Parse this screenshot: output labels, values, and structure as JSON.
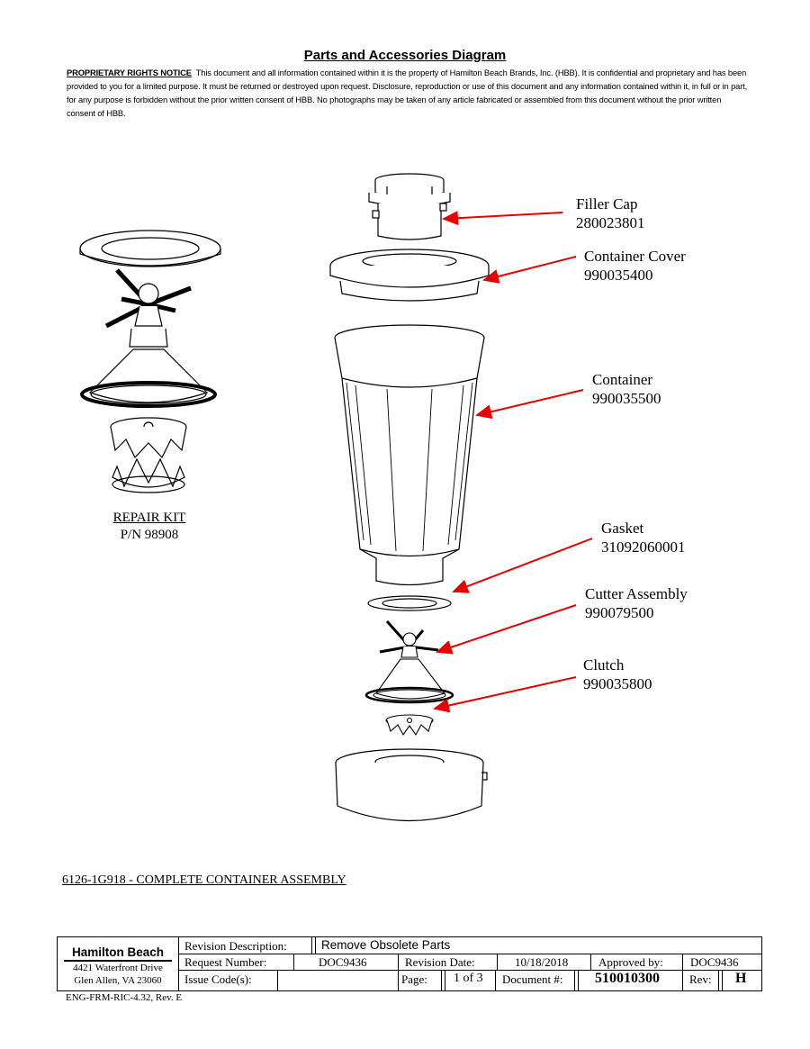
{
  "title": "Parts and Accessories Diagram",
  "notice": {
    "lead": "PROPRIETARY RIGHTS NOTICE",
    "body": "This document and all information contained within it is the property of Hamilton Beach Brands, Inc. (HBB). It is confidential and proprietary and has been provided to you for a limited purpose. It must be returned or destroyed upon request. Disclosure, reproduction or use of this document and any information contained within it, in full or in part, for any purpose is forbidden without the prior written consent of HBB. No photographs may be taken of any article fabricated or assembled from this document without the prior written consent of HBB."
  },
  "parts": [
    {
      "name": "Filler Cap",
      "number": "280023801"
    },
    {
      "name": "Container Cover",
      "number": "990035400"
    },
    {
      "name": "Container",
      "number": "990035500"
    },
    {
      "name": "Gasket",
      "number": "31092060001"
    },
    {
      "name": "Cutter Assembly",
      "number": "990079500"
    },
    {
      "name": "Clutch",
      "number": "990035800"
    }
  ],
  "repair_kit": {
    "label": "REPAIR KIT",
    "pn": "P/N 98908"
  },
  "assembly_title": "6126-1G918 - COMPLETE CONTAINER ASSEMBLY",
  "title_block": {
    "company": "Hamilton Beach",
    "address1": "4421 Waterfront Drive",
    "address2": "Glen Allen, VA  23060",
    "revision_description_label": "Revision Description:",
    "revision_description": "Remove Obsolete Parts",
    "request_number_label": "Request Number:",
    "request_number": "DOC9436",
    "revision_date_label": "Revision Date:",
    "revision_date": "10/18/2018",
    "approved_by_label": "Approved by:",
    "approved_by": "DOC9436",
    "issue_codes_label": "Issue Code(s):",
    "page_label": "Page:",
    "page": "1 of 3",
    "document_label": "Document #:",
    "document": "510010300",
    "rev_label": "Rev:",
    "rev": "H"
  },
  "form_id": "ENG-FRM-RIC-4.32, Rev. E",
  "colors": {
    "arrow": "#e60000",
    "line": "#000000"
  }
}
